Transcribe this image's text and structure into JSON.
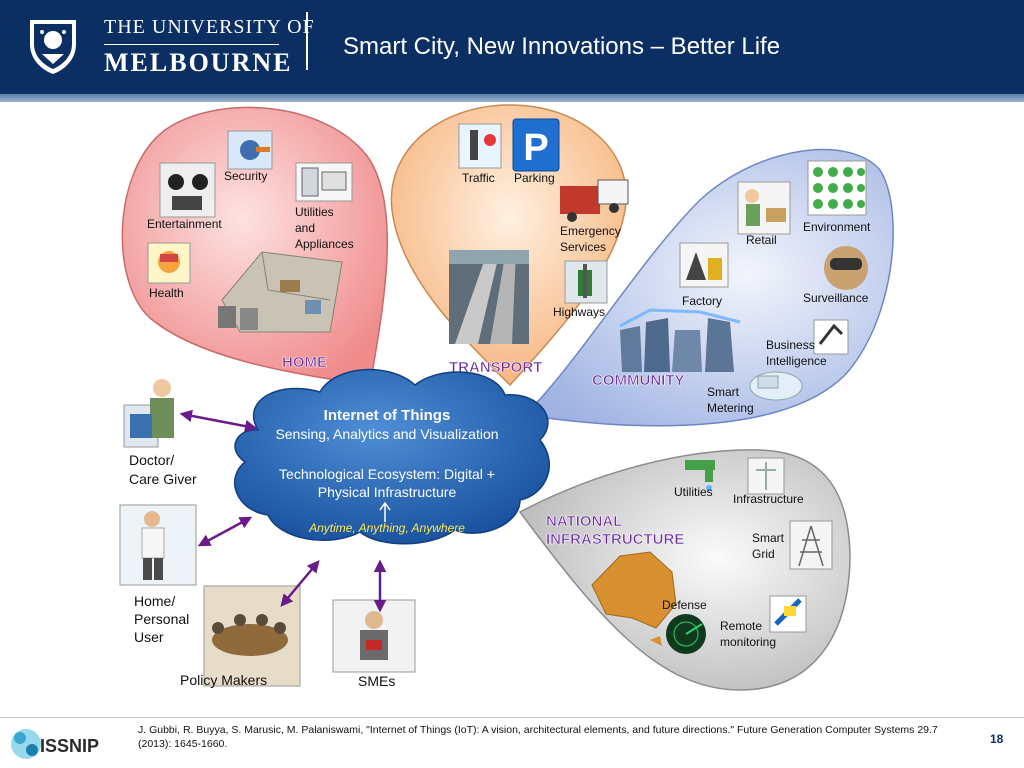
{
  "header": {
    "university_line1": "THE UNIVERSITY OF",
    "university_line2": "MELBOURNE",
    "title": "Smart City, New Innovations – Better Life"
  },
  "iot_cloud": {
    "title": "Internet of Things",
    "subtitle": "Sensing, Analytics and  Visualization",
    "ecosystem_line1": "Technological Ecosystem: Digital +",
    "ecosystem_line2": "Physical Infrastructure",
    "tagline": "Anytime, Anything, Anywhere"
  },
  "domains": {
    "home": {
      "label": "HOME",
      "items": {
        "security": "Security",
        "entertainment": "Entertainment",
        "utilities_1": "Utilities",
        "utilities_2": "and",
        "utilities_3": "Appliances",
        "health": "Health"
      }
    },
    "transport": {
      "label": "TRANSPORT",
      "items": {
        "traffic": "Traffic",
        "parking": "Parking",
        "emergency_1": "Emergency",
        "emergency_2": "Services",
        "highways": "Highways"
      }
    },
    "community": {
      "label": "COMMUNITY",
      "items": {
        "retail": "Retail",
        "environment": "Environment",
        "factory": "Factory",
        "surveillance": "Surveillance",
        "business_1": "Business",
        "business_2": "Intelligence",
        "metering_1": "Smart",
        "metering_2": "Metering"
      }
    },
    "national_infrastructure": {
      "label_1": "NATIONAL",
      "label_2": "INFRASTRUCTURE",
      "items": {
        "utilities": "Utilities",
        "infrastructure": "Infrastructure",
        "grid_1": "Smart",
        "grid_2": "Grid",
        "defense": "Defense",
        "remote_1": "Remote",
        "remote_2": "monitoring"
      }
    }
  },
  "users": {
    "doctor_1": "Doctor/",
    "doctor_2": "Care Giver",
    "home_user_1": "Home/",
    "home_user_2": "Personal",
    "home_user_3": "User",
    "policy_makers": "Policy Makers",
    "smes": "SMEs"
  },
  "footer": {
    "issnip": "ISSNIP",
    "citation": "J. Gubbi, R. Buyya, S. Marusic, M. Palaniswami, \"Internet of Things (IoT): A vision, architectural elements, and future directions.\" Future Generation Computer Systems 29.7 (2013): 1645-1660.",
    "page": "18"
  },
  "colors": {
    "header": "#0b2f63",
    "home": "#f39a9a",
    "transport": "#f8c79c",
    "community": "#aebde6",
    "national": "#c6c6c6",
    "cloud": "#1f5fb0",
    "arrow": "#6a1b8a",
    "tagline": "#ffeb3b"
  }
}
